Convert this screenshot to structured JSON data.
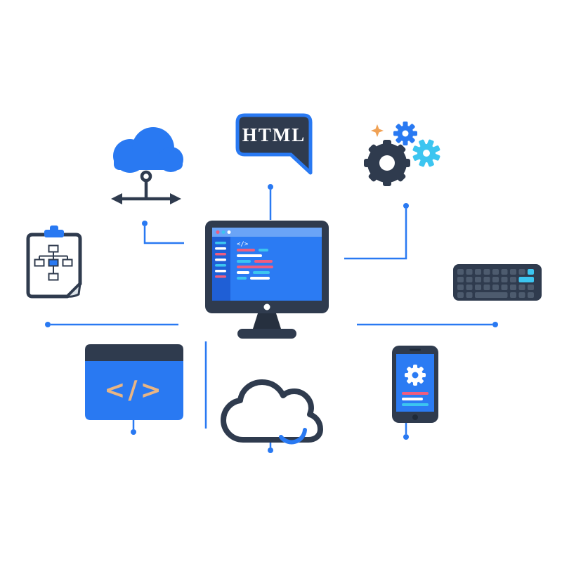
{
  "illustration": {
    "name": "web-development-flat-illustration",
    "bubble": {
      "label": "HTML"
    },
    "code_window": {
      "glyph": "</>"
    },
    "monitor": {
      "screen_glyph": "</>"
    },
    "palette": {
      "blue": "#2979f2",
      "navy": "#2f3b4e",
      "navy_dark": "#26303f",
      "cyan": "#3cc5f0",
      "pink": "#ef5d80",
      "tan": "#e9b583",
      "orange": "#f0a154",
      "key_gray": "#4d5b6e",
      "background": "#ffffff"
    },
    "nodes": [
      "cloud-network-icon",
      "html-speech-bubble",
      "gears-icon",
      "clipboard-flowchart-icon",
      "monitor-code-editor",
      "keyboard-icon",
      "code-window-icon",
      "cloud-outline-icon",
      "smartphone-icon"
    ]
  }
}
